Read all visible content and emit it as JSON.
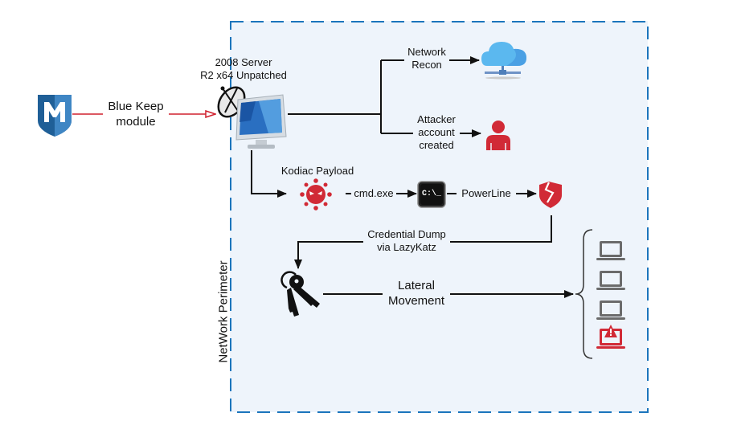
{
  "diagram": {
    "perimeter_label": "NetWork Perimeter",
    "colors": {
      "perimeter_border": "#1b75bc",
      "perimeter_fill": "#eef4fb",
      "red_arrow": "#d0202e",
      "threat_red": "#d12a36",
      "metasploit_blue": "#1f5f97",
      "cloud_blue": "#5bb8ef",
      "laptop_gray": "#6b6b6b"
    },
    "nodes": {
      "metasploit": {
        "icon": "metasploit-shield-icon"
      },
      "server": {
        "label_line1": "2008 Server",
        "label_line2": "R2 x64 Unpatched",
        "icon": "computer-satellite-icon"
      },
      "cloud": {
        "icon": "cloud-network-icon"
      },
      "attacker_user": {
        "icon": "user-icon"
      },
      "kodiac": {
        "label": "Kodiac Payload",
        "icon": "virus-icon"
      },
      "cmd": {
        "icon": "command-prompt-icon",
        "glyph": "C:\\_"
      },
      "broken_shield": {
        "icon": "broken-shield-icon"
      },
      "keys": {
        "icon": "keys-icon"
      },
      "targets": [
        {
          "icon": "laptop-icon",
          "state": "normal"
        },
        {
          "icon": "laptop-icon",
          "state": "normal"
        },
        {
          "icon": "laptop-icon",
          "state": "normal"
        },
        {
          "icon": "laptop-alert-icon",
          "state": "compromised"
        }
      ]
    },
    "edges": {
      "bluekeep": {
        "line1": "Blue Keep",
        "line2": "module"
      },
      "recon": {
        "line1": "Network",
        "line2": "Recon"
      },
      "account": {
        "line1": "Attacker",
        "line2": "account",
        "line3": "created"
      },
      "cmd": {
        "label": "cmd.exe"
      },
      "powerline": {
        "label": "PowerLine"
      },
      "credential": {
        "line1": "Credential Dump",
        "line2": "via LazyKatz"
      },
      "lateral": {
        "line1": "Lateral",
        "line2": "Movement"
      }
    }
  }
}
